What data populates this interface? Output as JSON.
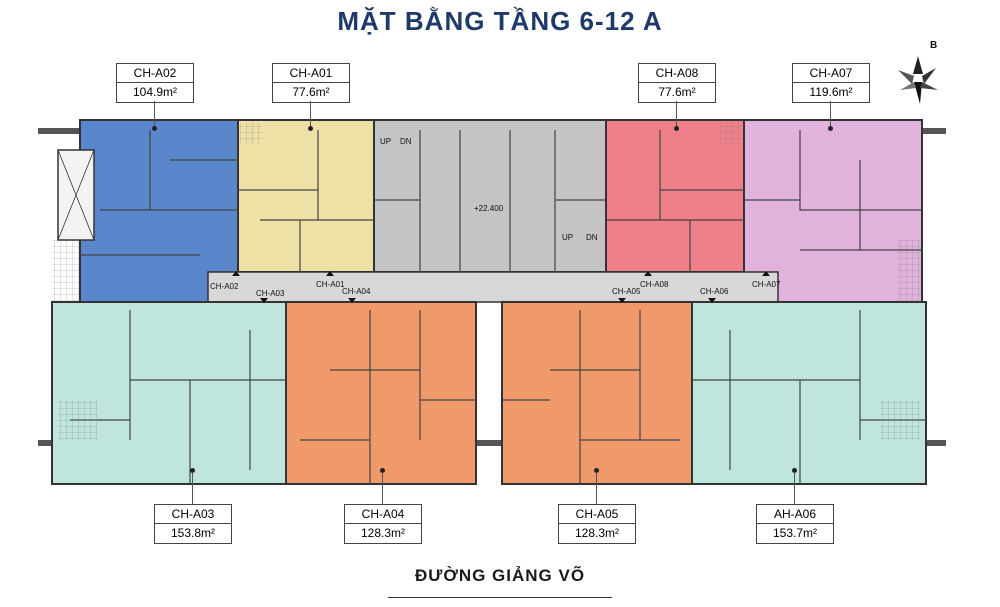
{
  "title": "MẶT BẰNG TẦNG 6-12 A",
  "street": "ĐƯỜNG GIẢNG VÕ",
  "compass_label": "B",
  "colors": {
    "a02": "#5a86cc",
    "a01": "#ede1a6",
    "a08": "#ef7f88",
    "a07": "#e1b2dc",
    "a03": "#bfe5dc",
    "a04": "#f0996a",
    "a05": "#f0996a",
    "a06": "#bfe5dc",
    "core": "#c4c4c4",
    "corridor": "#d8d8d8"
  },
  "units": [
    {
      "code": "CH-A02",
      "area": "104.9m²"
    },
    {
      "code": "CH-A01",
      "area": "77.6m²"
    },
    {
      "code": "CH-A08",
      "area": "77.6m²"
    },
    {
      "code": "CH-A07",
      "area": "119.6m²"
    },
    {
      "code": "CH-A03",
      "area": "153.8m²"
    },
    {
      "code": "CH-A04",
      "area": "128.3m²"
    },
    {
      "code": "CH-A05",
      "area": "128.3m²"
    },
    {
      "code": "AH-A06",
      "area": "153.7m²"
    }
  ],
  "corridor_labels": [
    "CH-A02",
    "CH-A03",
    "CH-A01",
    "CH-A04",
    "CH-A05",
    "CH-A08",
    "CH-A06",
    "CH-A07"
  ],
  "core_labels": [
    "UP",
    "DN",
    "UP",
    "DN",
    "+22.400"
  ]
}
